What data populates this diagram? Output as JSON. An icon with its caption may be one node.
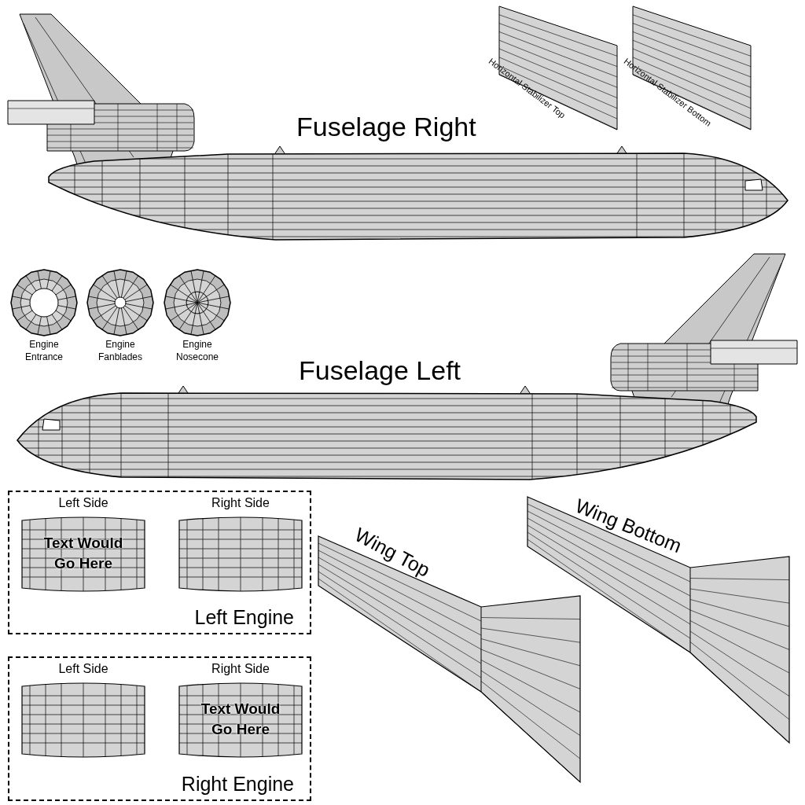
{
  "diagram": {
    "nodes": [
      {
        "text": [
          "Left Engine"
        ]
      },
      {
        "text": [
          "Left Side",
          "Text Would Go Here"
        ],
        "in": 0
      },
      {
        "text": [
          "Right Side"
        ],
        "in": 0
      },
      {
        "text": [
          "Right Engine"
        ]
      },
      {
        "text": [
          "Left Side"
        ],
        "in": 3
      },
      {
        "text": [
          "Right Side",
          "Text Would Go Here"
        ],
        "in": 3
      }
    ],
    "labels": [
      "Horizontal Stabilizer Top",
      "Horizontal Stabilizer Bottom",
      "Fuselage Right",
      "Engine Entrance",
      "Engine Fanblades",
      "Engine Nosecone",
      "Fuselage Left",
      "Wing Top",
      "Wing Bottom"
    ]
  }
}
